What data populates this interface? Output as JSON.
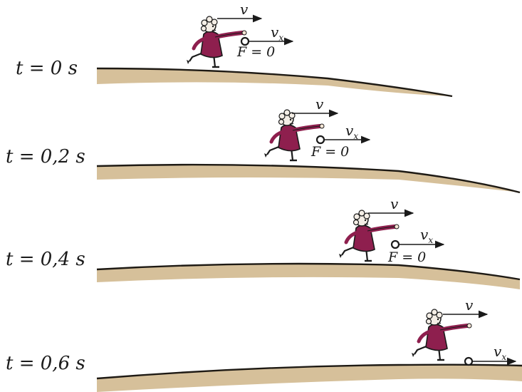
{
  "colors": {
    "ground": "#d6c09a",
    "ground_edge": "#1e1a14",
    "dress": "#8e1f4e",
    "hair": "#f4eee6",
    "ink": "#1a1a1a",
    "skin": "#f7e6d6"
  },
  "frames": [
    {
      "time_label": "t = 0 s",
      "v_label": "v",
      "vx_label": "v",
      "vx_sub": "x",
      "force_label": "F = 0"
    },
    {
      "time_label": "t = 0,2 s",
      "v_label": "v",
      "vx_label": "v",
      "vx_sub": "x",
      "force_label": "F = 0"
    },
    {
      "time_label": "t = 0,4 s",
      "v_label": "v",
      "vx_label": "v",
      "vx_sub": "x",
      "force_label": "F = 0"
    },
    {
      "time_label": "t = 0,6 s",
      "v_label": "v",
      "vx_label": "v",
      "vx_sub": "x"
    }
  ],
  "icons": [
    "bowler-woman-figure",
    "bowling-ball-icon",
    "velocity-arrow-icon"
  ]
}
